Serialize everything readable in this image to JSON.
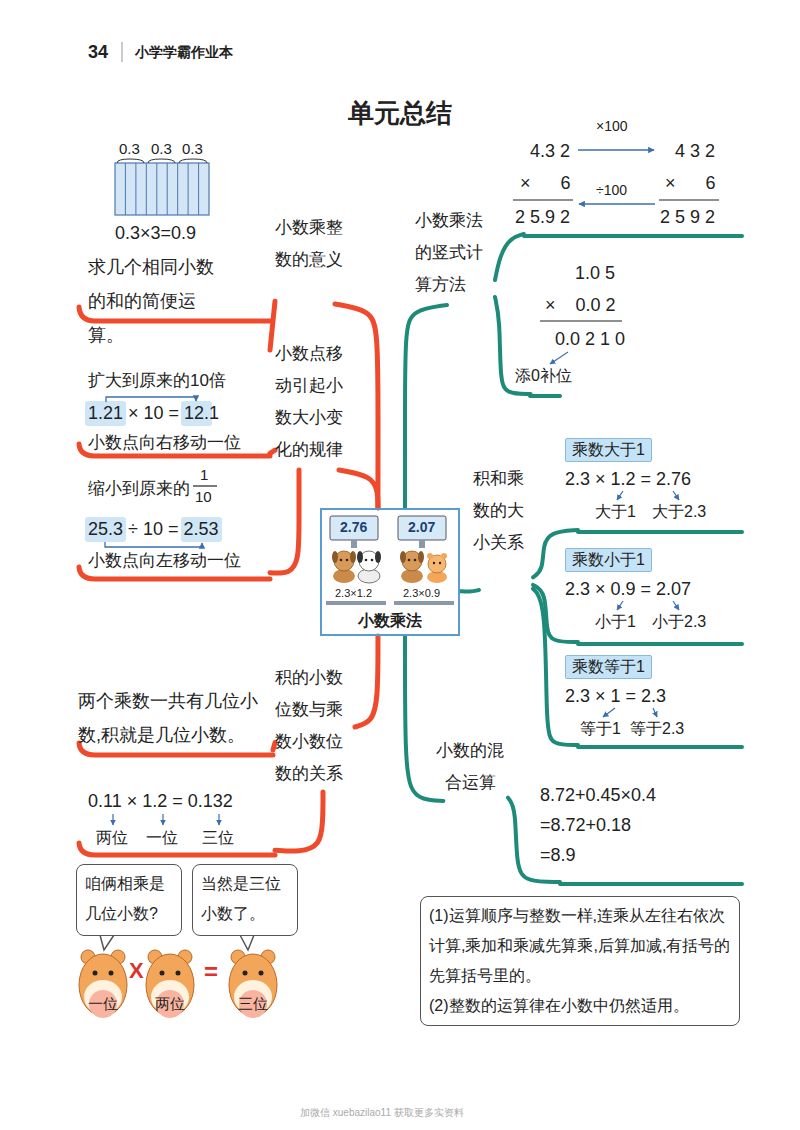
{
  "diagram": {
    "title": "单元总结",
    "nodes": [
      {
        "text": [
          "小数乘法"
        ]
      },
      {
        "text": [
          "小数乘整数的意义"
        ]
      },
      {
        "text": [
          "0.3×3=0.9",
          "求几个相同小数的和的简便运算。"
        ]
      },
      {
        "text": [
          "小数点移动引起小数大小变化的规律"
        ]
      },
      {
        "text": [
          "扩大到原来的10倍",
          "1.21 × 10 = 12.1",
          "小数点向右移动一位"
        ]
      },
      {
        "text": [
          "缩小到原来的",
          "1",
          "10",
          "25.3 ÷ 10 = 2.53",
          "小数点向左移动一位"
        ]
      },
      {
        "text": [
          "积的小数位数与乘数小数位数的关系"
        ]
      },
      {
        "text": [
          "两个乘数一共有几位小数,积就是几位小数。"
        ]
      },
      {
        "text": [
          "0.11 × 1.2 = 0.132",
          "两位",
          "一位",
          "三位"
        ]
      },
      {
        "text": [
          "咱俩相乘是几位小数?"
        ]
      },
      {
        "text": [
          "当然是三位小数了。"
        ]
      },
      {
        "text": [
          "小数乘法的竖式计算方法"
        ]
      },
      {
        "text": [
          "4.3 2",
          "×100",
          "4 3 2",
          "×      6",
          "×      6",
          "2 5.9 2",
          "÷100",
          "2 5 9 2"
        ]
      },
      {
        "text": [
          "1.0 5",
          "×    0.0 2",
          "0.0 2 1 0",
          "添0补位"
        ]
      },
      {
        "text": [
          "积和乘数的大小关系"
        ]
      },
      {
        "text": [
          "乘数大于1",
          "2.3 × 1.2 = 2.76",
          "大于1",
          "大于2.3"
        ]
      },
      {
        "text": [
          "乘数小于1",
          "2.3 × 0.9 = 2.07",
          "小于1",
          "小于2.3"
        ]
      },
      {
        "text": [
          "乘数等于1",
          "2.3 × 1 = 2.3",
          "等于1",
          "等于2.3"
        ]
      },
      {
        "text": [
          "小数的混合运算"
        ]
      },
      {
        "text": [
          "8.72+0.45×0.4",
          "=8.72+0.18",
          "=8.9"
        ]
      },
      {
        "text": [
          "(1)运算顺序与整数一样,连乘从左往右依次计算,乘加和乘减先算乘,后算加减,有括号的先算括号里的。",
          "(2)整数的运算律在小数中仍然适用。"
        ]
      }
    ],
    "edges": [
      {
        "from": 0,
        "to": 1,
        "arrow": "none"
      },
      {
        "from": 1,
        "to": 2,
        "arrow": "none"
      },
      {
        "from": 0,
        "to": 3,
        "arrow": "none"
      },
      {
        "from": 3,
        "to": 4,
        "arrow": "none"
      },
      {
        "from": 3,
        "to": 5,
        "arrow": "none"
      },
      {
        "from": 0,
        "to": 6,
        "arrow": "none"
      },
      {
        "from": 6,
        "to": 7,
        "arrow": "none"
      },
      {
        "from": 6,
        "to": 8,
        "arrow": "none"
      },
      {
        "from": 0,
        "to": 11,
        "arrow": "none"
      },
      {
        "from": 11,
        "to": 12,
        "arrow": "none"
      },
      {
        "from": 11,
        "to": 13,
        "arrow": "none"
      },
      {
        "from": 0,
        "to": 14,
        "arrow": "none"
      },
      {
        "from": 14,
        "to": 15,
        "arrow": "none"
      },
      {
        "from": 14,
        "to": 16,
        "arrow": "none"
      },
      {
        "from": 14,
        "to": 17,
        "arrow": "none"
      },
      {
        "from": 0,
        "to": 18,
        "arrow": "none"
      },
      {
        "from": 18,
        "to": 19,
        "arrow": "none"
      }
    ],
    "labels": [
      "34",
      "小学学霸作业本",
      "0.3",
      "0.3",
      "0.3",
      "2.76",
      "2.07",
      "2.3×1.2",
      "2.3×0.9",
      "X",
      "=",
      "一位",
      "两位",
      "三位",
      "加微信 xuebazilao11 获取更多实资料"
    ]
  }
}
